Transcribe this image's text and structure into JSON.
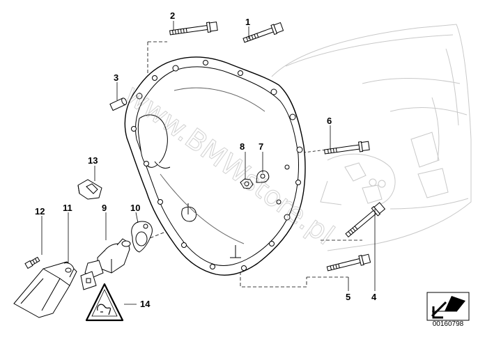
{
  "diagram": {
    "callouts": [
      "1",
      "2",
      "3",
      "4",
      "5",
      "6",
      "7",
      "8",
      "9",
      "10",
      "11",
      "12",
      "13",
      "14"
    ],
    "watermark": "www.BMWstore.pl",
    "doc_id": "00160798",
    "icons": {
      "corner": "arrow-box-icon",
      "warning": "warning-triangle-icon"
    }
  }
}
